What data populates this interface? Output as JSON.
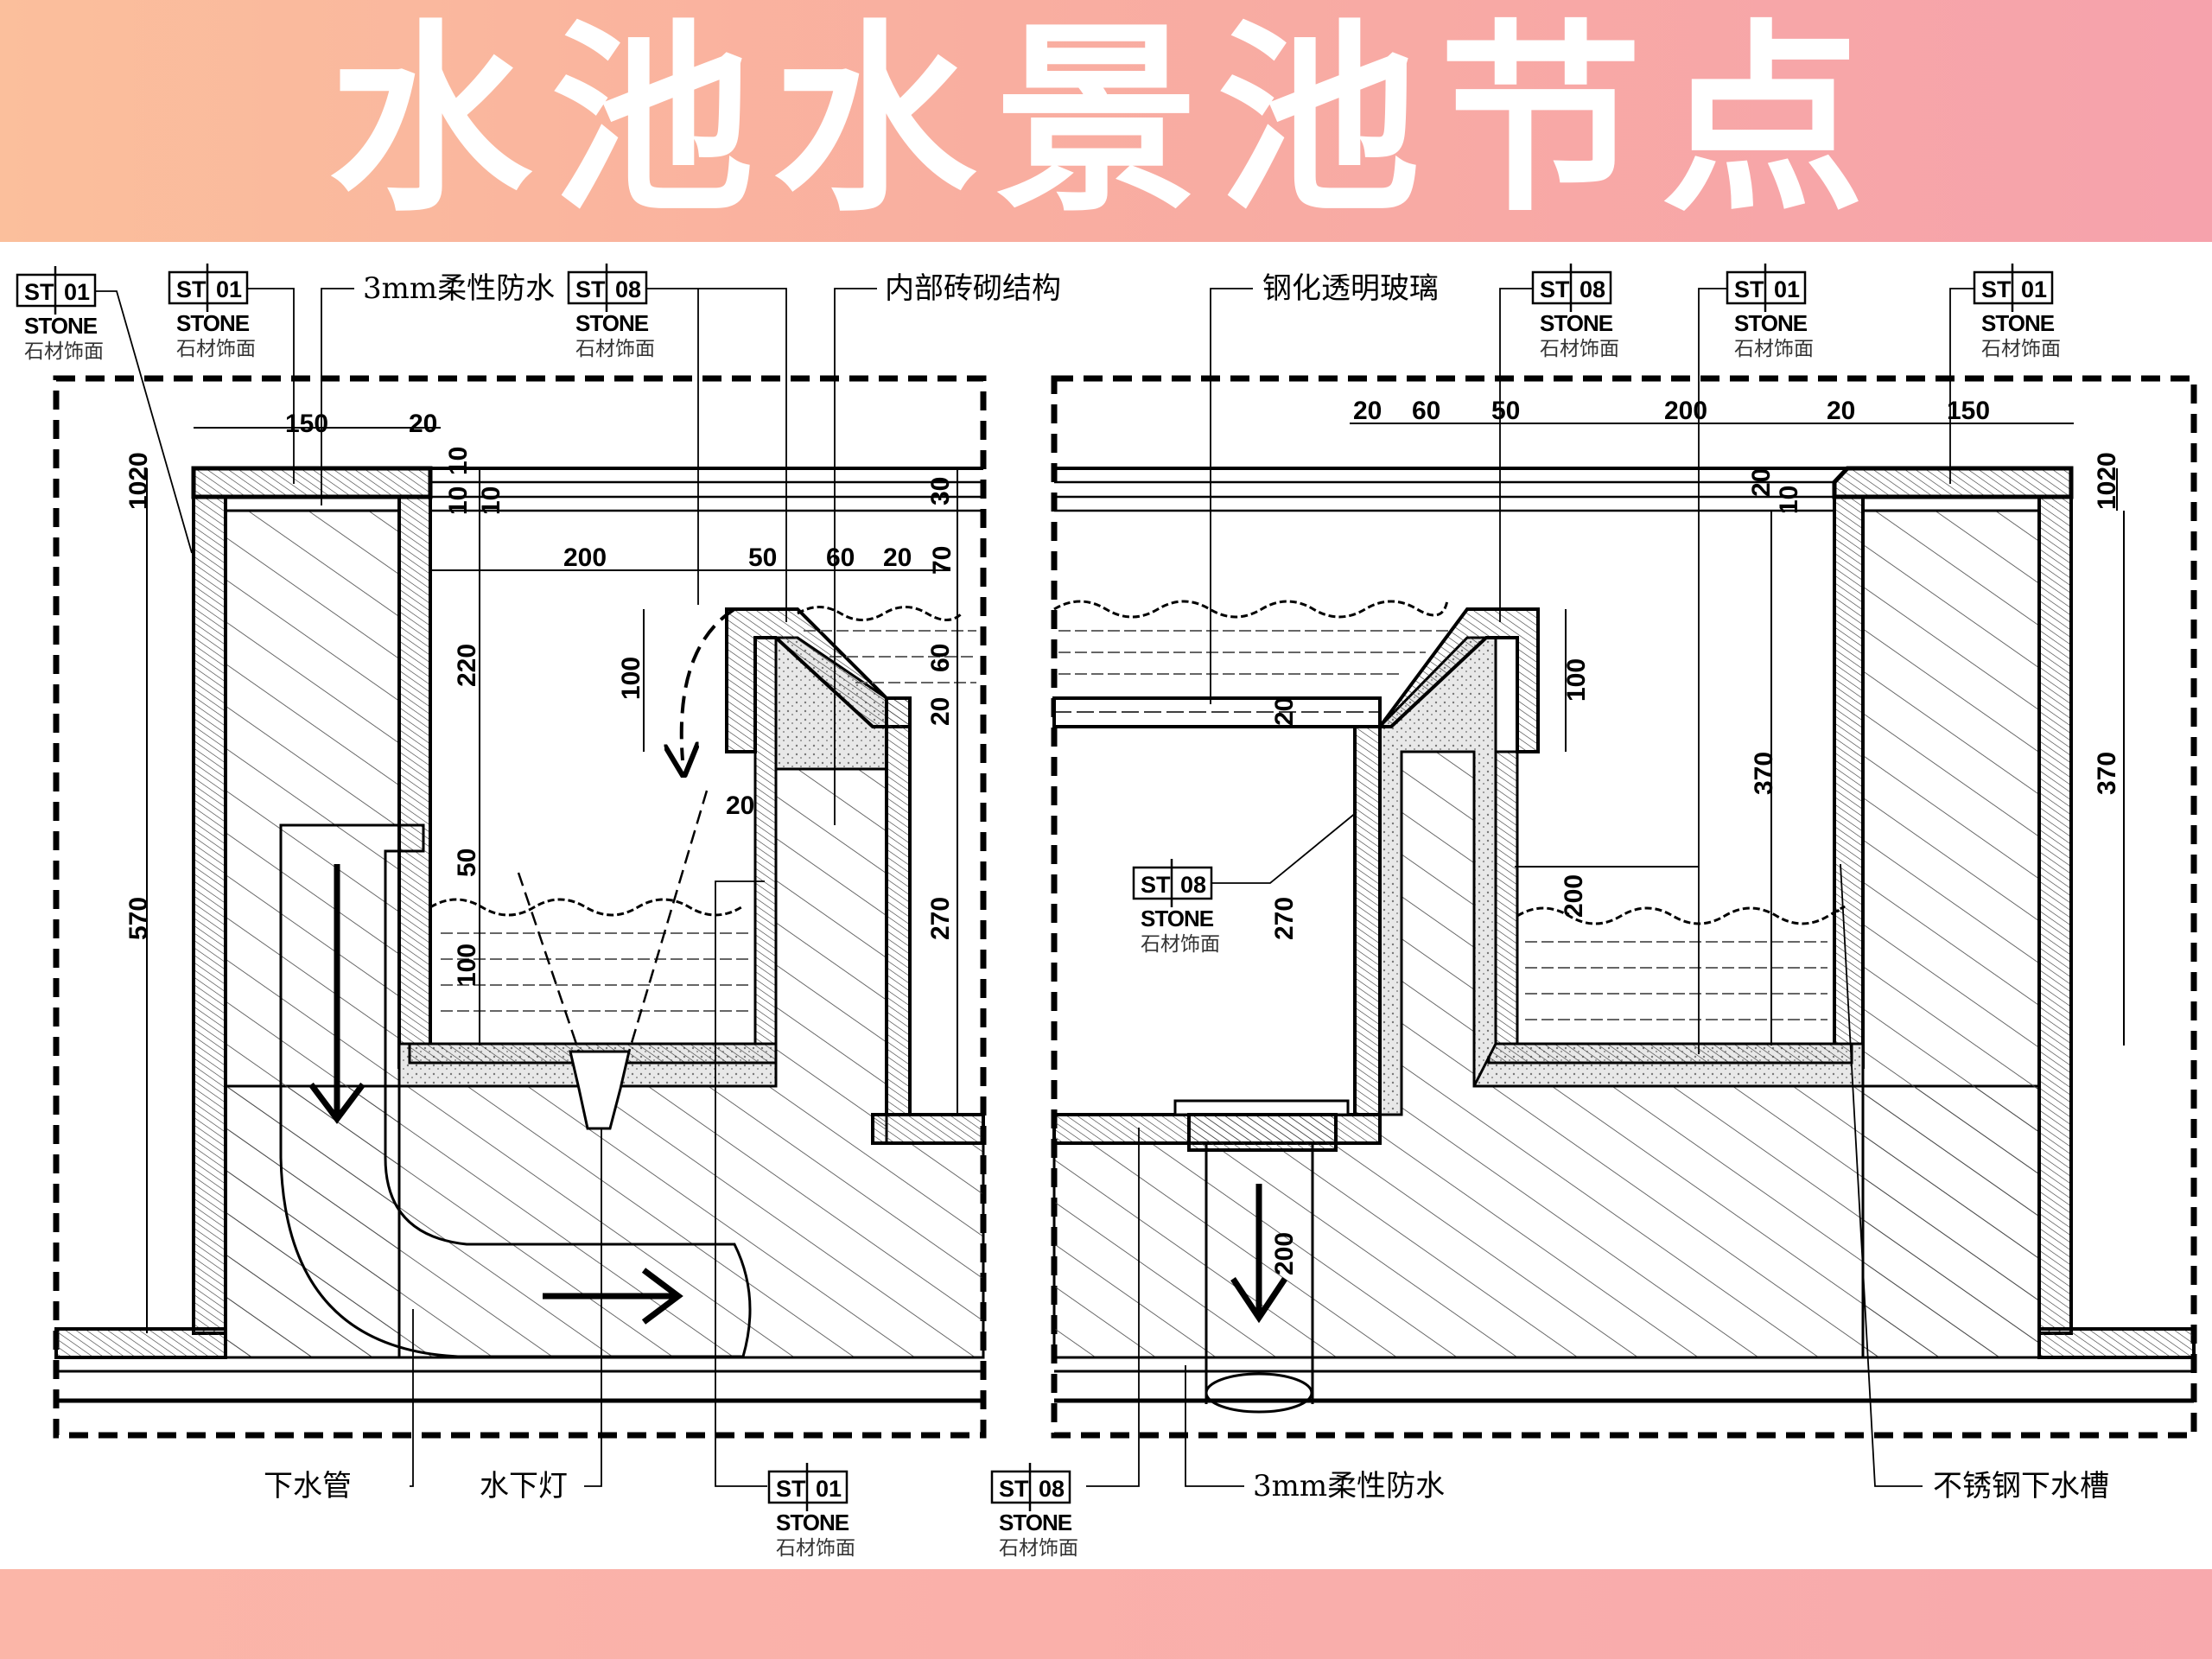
{
  "title": "水池水景池节点",
  "callouts": [
    {
      "prefix": "ST",
      "code": "01",
      "material": "STONE",
      "desc": "石材饰面"
    },
    {
      "prefix": "ST",
      "code": "01",
      "material": "STONE",
      "desc": "石材饰面"
    },
    {
      "prefix": "ST",
      "code": "08",
      "material": "STONE",
      "desc": "石材饰面"
    },
    {
      "prefix": "ST",
      "code": "08",
      "material": "STONE",
      "desc": "石材饰面"
    },
    {
      "prefix": "ST",
      "code": "01",
      "material": "STONE",
      "desc": "石材饰面"
    },
    {
      "prefix": "ST",
      "code": "01",
      "material": "STONE",
      "desc": "石材饰面"
    },
    {
      "prefix": "ST",
      "code": "08",
      "material": "STONE",
      "desc": "石材饰面"
    },
    {
      "prefix": "ST",
      "code": "01",
      "material": "STONE",
      "desc": "石材饰面"
    },
    {
      "prefix": "ST",
      "code": "08",
      "material": "STONE",
      "desc": "石材饰面"
    }
  ],
  "labels": {
    "waterproof_top": "3mm柔性防水",
    "brick_structure": "内部砖砌结构",
    "tempered_glass": "钢化透明玻璃",
    "drain_pipe": "下水管",
    "underwater_light": "水下灯",
    "waterproof_bottom": "3mm柔性防水",
    "steel_channel": "不锈钢下水槽"
  },
  "dims_left": [
    "150",
    "20",
    "1020",
    "10",
    "10",
    "10",
    "30",
    "200",
    "50",
    "60",
    "20",
    "70",
    "220",
    "100",
    "60",
    "20",
    "20",
    "50",
    "570",
    "270",
    "100"
  ],
  "dims_right": [
    "20",
    "60",
    "50",
    "200",
    "20",
    "150",
    "20",
    "10",
    "1020",
    "100",
    "20",
    "370",
    "370",
    "270",
    "200",
    "200"
  ]
}
